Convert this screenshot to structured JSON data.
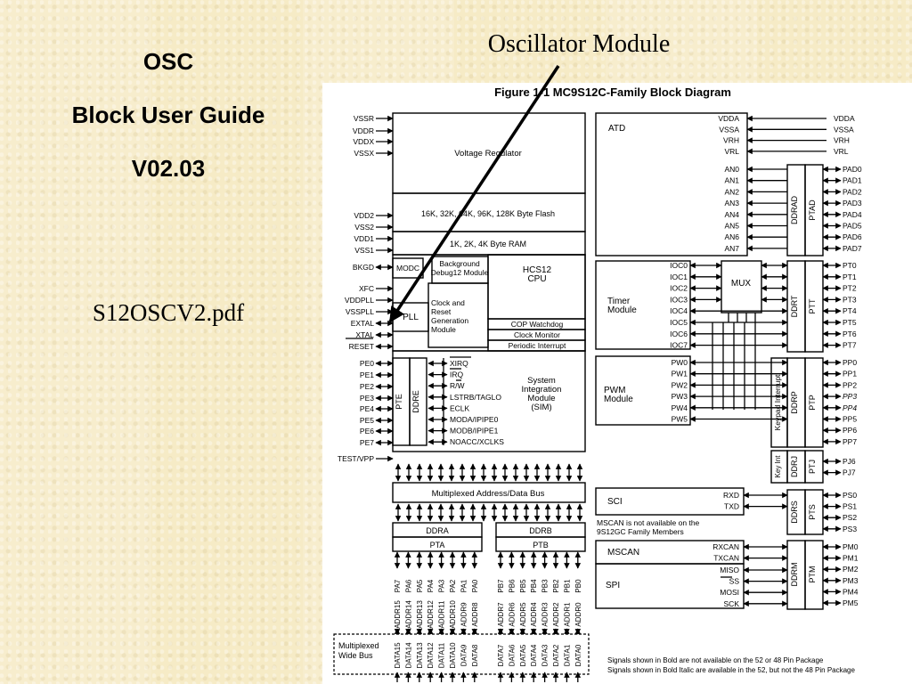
{
  "slide": {
    "title_line1": "OSC",
    "title_line2": "Block User Guide",
    "title_line3": "V02.03",
    "pdf_name": "S12OSCV2.pdf",
    "callout_label": "Oscillator Module"
  },
  "diagram": {
    "caption": "Figure 1-1  MC9S12C-Family Block Diagram",
    "left_pins": [
      "VSSR",
      "VDDR",
      "VDDX",
      "VSSX",
      "VDD2",
      "VSS2",
      "VDD1",
      "VSS1",
      "BKGD",
      "XFC",
      "VDDPLL",
      "VSSPLL",
      "EXTAL",
      "XTAL",
      "RESET",
      "PE0",
      "PE1",
      "PE2",
      "PE3",
      "PE4",
      "PE5",
      "PE6",
      "PE7",
      "TEST/VPP"
    ],
    "blocks": {
      "voltage_regulator": "Voltage Regulator",
      "flash": "16K, 32K, 64K, 96K, 128K Byte Flash",
      "ram": "1K, 2K, 4K Byte RAM",
      "modc": "MODC",
      "bdm": "Background Debug12 Module",
      "cpu": "HCS12 CPU",
      "pll": "PLL",
      "crg": "Clock and Reset Generation Module",
      "cop": "COP Watchdog",
      "clock_monitor": "Clock Monitor",
      "periodic_interrupt": "Periodic Interrupt",
      "pte": "PTE",
      "ddre": "DDRE",
      "sim": "System Integration Module (SIM)",
      "bus": "Multiplexed Address/Data Bus",
      "ddra": "DDRA",
      "pta": "PTA",
      "ddrb": "DDRB",
      "ptb": "PTB",
      "atd": "ATD",
      "timer": "Timer Module",
      "mux": "MUX",
      "pwm": "PWM Module",
      "sci": "SCI",
      "mscan_note": "MSCAN is not available on the 9S12GC Family Members",
      "mscan": "MSCAN",
      "spi": "SPI",
      "ddrad": "DDRAD",
      "ptad": "PTAD",
      "ddrt": "DDRT",
      "ptt": "PTT",
      "ddrp": "DDRP",
      "ptp": "PTP",
      "keypad": "Keypad Interrupt",
      "keyint": "Key Int",
      "ddrj": "DDRJ",
      "ptj": "PTJ",
      "ddrs": "DDRS",
      "pts": "PTS",
      "ddrm": "DDRM",
      "ptm": "PTM",
      "mux_wide_bus": "Multiplexed Wide Bus"
    },
    "sim_signals": [
      "XIRQ",
      "IRQ",
      "R/W",
      "LSTRB/TAGLO",
      "ECLK",
      "MODA/IPIPE0",
      "MODB/IPIPE1",
      "NOACC/XCLKS"
    ],
    "atd_signals": [
      "VDDA",
      "VSSA",
      "VRH",
      "VRL",
      "AN0",
      "AN1",
      "AN2",
      "AN3",
      "AN4",
      "AN5",
      "AN6",
      "AN7"
    ],
    "atd_right_pins": [
      "VDDA",
      "VSSA",
      "VRH",
      "VRL"
    ],
    "pad_pins": [
      "PAD0",
      "PAD1",
      "PAD2",
      "PAD3",
      "PAD4",
      "PAD5",
      "PAD6",
      "PAD7"
    ],
    "timer_signals": [
      "IOC0",
      "IOC1",
      "IOC2",
      "IOC3",
      "IOC4",
      "IOC5",
      "IOC6",
      "IOC7"
    ],
    "pt_pins": [
      "PT0",
      "PT1",
      "PT2",
      "PT3",
      "PT4",
      "PT5",
      "PT6",
      "PT7"
    ],
    "pwm_signals": [
      "PW0",
      "PW1",
      "PW2",
      "PW3",
      "PW4",
      "PW5"
    ],
    "pp_pins": [
      "PP0",
      "PP1",
      "PP2",
      "PP3",
      "PP4",
      "PP5",
      "PP6",
      "PP7"
    ],
    "pj_pins": [
      "PJ6",
      "PJ7"
    ],
    "sci_signals": [
      "RXD",
      "TXD"
    ],
    "ps_pins": [
      "PS0",
      "PS1",
      "PS2",
      "PS3"
    ],
    "can_signals": [
      "RXCAN",
      "TXCAN"
    ],
    "spi_signals": [
      "MISO",
      "SS",
      "MOSI",
      "SCK"
    ],
    "pm_pins": [
      "PM0",
      "PM1",
      "PM2",
      "PM3",
      "PM4",
      "PM5"
    ],
    "pa_pins": [
      "PA7",
      "PA6",
      "PA5",
      "PA4",
      "PA3",
      "PA2",
      "PA1",
      "PA0"
    ],
    "pb_pins": [
      "PB7",
      "PB6",
      "PB5",
      "PB4",
      "PB3",
      "PB2",
      "PB1",
      "PB0"
    ],
    "addr_hi": [
      "ADDR15",
      "ADDR14",
      "ADDR13",
      "ADDR12",
      "ADDR11",
      "ADDR10",
      "ADDR9",
      "ADDR8"
    ],
    "addr_lo": [
      "ADDR7",
      "ADDR6",
      "ADDR5",
      "ADDR4",
      "ADDR3",
      "ADDR2",
      "ADDR1",
      "ADDR0"
    ],
    "data_hi": [
      "DATA15",
      "DATA14",
      "DATA13",
      "DATA12",
      "DATA11",
      "DATA10",
      "DATA9",
      "DATA8"
    ],
    "data_lo": [
      "DATA7",
      "DATA6",
      "DATA5",
      "DATA4",
      "DATA3",
      "DATA2",
      "DATA1",
      "DATA0"
    ],
    "footnote_1": "Signals shown in Bold are not available on the 52 or 48 Pin Package",
    "footnote_2": "Signals shown in Bold Italic are available in the 52, but not the 48 Pin Package"
  }
}
